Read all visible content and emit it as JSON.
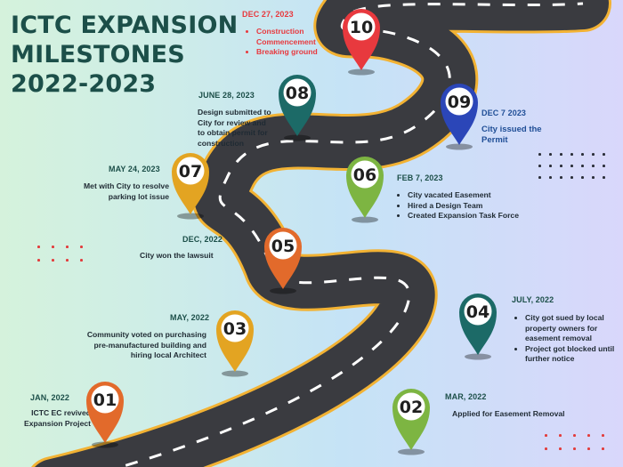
{
  "title": {
    "lines": [
      "ICTC EXPANSION",
      "MILESTONES",
      "2022-2023"
    ]
  },
  "colors": {
    "title": "#1c4f49",
    "road": "#3a3b40",
    "road_edge": "#f2b233",
    "accent_red": "#e8393e",
    "accent_blue": "#1f4e96"
  },
  "milestones": [
    {
      "num": "01",
      "date": "JAN, 2022",
      "desc": [
        "ICTC EC revived",
        "Expansion Project"
      ],
      "color": "#e26a2b"
    },
    {
      "num": "02",
      "date": "MAR, 2022",
      "desc": [
        "Applied for Easement Removal"
      ],
      "color": "#7db542"
    },
    {
      "num": "03",
      "date": "MAY, 2022",
      "desc": [
        "Community voted on purchasing",
        "pre-manufactured building and",
        "hiring local Architect"
      ],
      "color": "#e3a422"
    },
    {
      "num": "04",
      "date": "JULY, 2022",
      "bullets": [
        "City got sued by local property owners for easement removal",
        "Project got blocked until further notice"
      ],
      "color": "#1c6a67"
    },
    {
      "num": "05",
      "date": "DEC, 2022",
      "desc": [
        "City won the lawsuit"
      ],
      "color": "#e26a2b"
    },
    {
      "num": "06",
      "date": "FEB 7, 2023",
      "bullets": [
        "City vacated Easement",
        "Hired a Design Team",
        "Created Expansion Task Force"
      ],
      "color": "#7db542"
    },
    {
      "num": "07",
      "date": "MAY 24, 2023",
      "desc": [
        "Met with City to resolve",
        "parking lot issue"
      ],
      "color": "#e3a422"
    },
    {
      "num": "08",
      "date": "JUNE 28, 2023",
      "desc": [
        "Design submitted to",
        "City for review and",
        "to obtain permit for",
        "construction"
      ],
      "color": "#1c6a67"
    },
    {
      "num": "09",
      "date": "DEC 7 2023",
      "desc": [
        "City issued the",
        "Permit"
      ],
      "color": "#2b46b8"
    },
    {
      "num": "10",
      "date": "DEC 27, 2023",
      "bullets": [
        "Construction Commencement",
        "Breaking ground"
      ],
      "color": "#e8393e"
    }
  ]
}
